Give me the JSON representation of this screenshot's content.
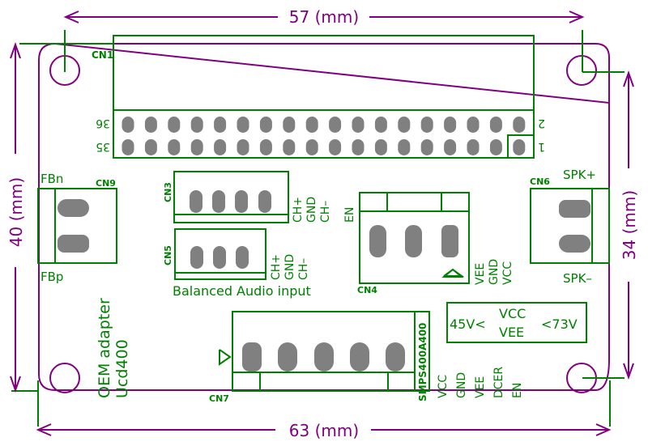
{
  "dimensions": {
    "width": "57 (mm)",
    "total_width": "63 (mm)",
    "height": "40 (mm)",
    "hole_spacing": "34 (mm)"
  },
  "board": {
    "title_line1": "OEM adapter",
    "title_line2": "Ucd400",
    "colors": {
      "outline": "#800080",
      "silkscreen": "#008000",
      "pad": "#808080"
    }
  },
  "cn1": {
    "label": "CN1",
    "pin_top_left": "36",
    "pin_bottom_left": "35",
    "pin_top_right": "2",
    "pin_bottom_right": "1",
    "pins_per_row": 18
  },
  "cn9": {
    "label": "CN9",
    "top": "FBn",
    "bottom": "FBp"
  },
  "cn3": {
    "label": "CN3",
    "pins": [
      "CH+",
      "GND",
      "CH–",
      "EN"
    ]
  },
  "cn5": {
    "label": "CN5",
    "pins": [
      "CH+",
      "GND",
      "CH–"
    ],
    "caption": "Balanced Audio input"
  },
  "cn4": {
    "label": "CN4",
    "pins": [
      "VEE",
      "GND",
      "VCC"
    ]
  },
  "cn6": {
    "label": "CN6",
    "top": "SPK+",
    "bottom": "SPK–"
  },
  "cn7": {
    "label": "CN7",
    "module": "SMPS400A400",
    "pins": [
      "VCC",
      "GND",
      "VEE",
      "DCER",
      "EN"
    ]
  },
  "voltage_box": {
    "left": "45V<",
    "top": "VCC",
    "bottom": "VEE",
    "right": "<73V"
  }
}
